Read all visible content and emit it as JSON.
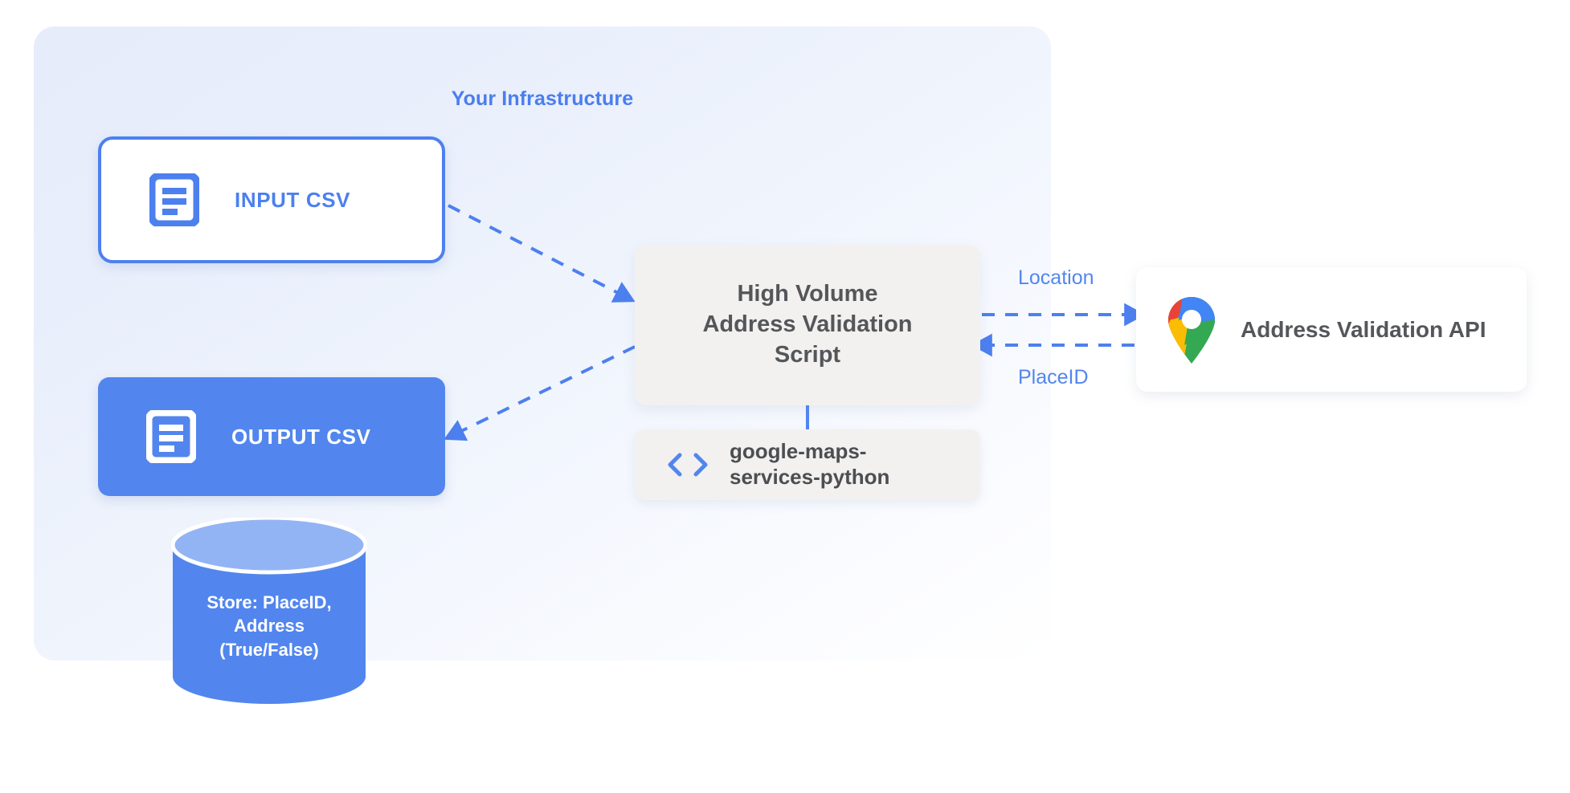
{
  "panel": {
    "title": "Your Infrastructure"
  },
  "nodes": {
    "input_csv": {
      "label": "INPUT CSV",
      "icon": "document-icon"
    },
    "output_csv": {
      "label": "OUTPUT CSV",
      "icon": "document-icon"
    },
    "script": {
      "label": "High Volume\nAddress Validation\nScript"
    },
    "library": {
      "label": "google-maps-\nservices-python",
      "icon": "code-icon"
    },
    "api": {
      "label": "Address Validation API",
      "icon": "google-maps-pin-icon"
    },
    "database": {
      "label": "Store: PlaceID,\nAddress\n(True/False)"
    }
  },
  "edges": {
    "location_label": "Location",
    "placeid_label": "PlaceID"
  },
  "colors": {
    "accent_blue": "#5286ee",
    "title_blue": "#4a7df0",
    "panel_bg": "#e6ecfa",
    "card_gray": "#f2f1ef",
    "text_gray": "#54565a",
    "white": "#ffffff"
  }
}
